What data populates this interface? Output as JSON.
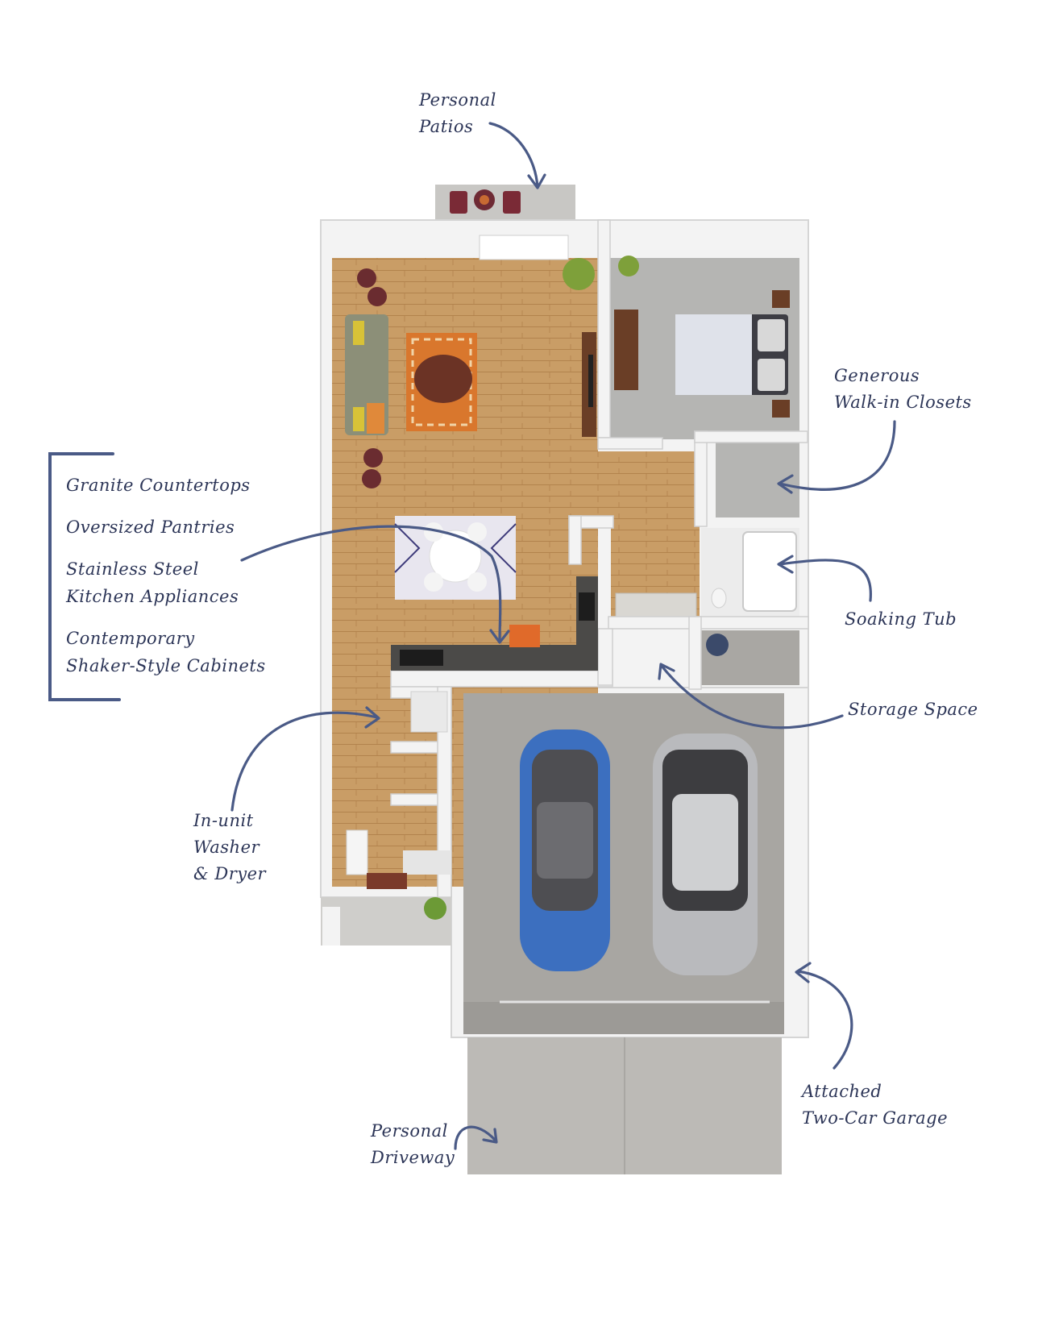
{
  "colors": {
    "annotation": "#4a5a86",
    "annotation_text": "#2c3557",
    "wood_floor": "#c79a62",
    "carpet": "#b4b4b2",
    "garage_floor": "#a8a6a2",
    "walls": "#f2f2f2",
    "car_blue": "#3a6fc0",
    "car_silver": "#b8b9bb"
  },
  "labels": {
    "patios": [
      "Personal",
      "Patios"
    ],
    "closets": [
      "Generous",
      "Walk-in Closets"
    ],
    "kitchen_features": [
      "Granite Countertops",
      "Oversized Pantries",
      "Stainless Steel",
      "Kitchen Appliances",
      "Contemporary",
      "Shaker-Style Cabinets"
    ],
    "tub": [
      "Soaking Tub"
    ],
    "storage": [
      "Storage Space"
    ],
    "laundry": [
      "In-unit",
      "Washer",
      "& Dryer"
    ],
    "garage": [
      "Attached",
      "Two-Car Garage"
    ],
    "driveway": [
      "Personal",
      "Driveway"
    ]
  },
  "icons": {
    "arrow": "curved-arrow-icon",
    "bracket": "bracket-icon"
  }
}
